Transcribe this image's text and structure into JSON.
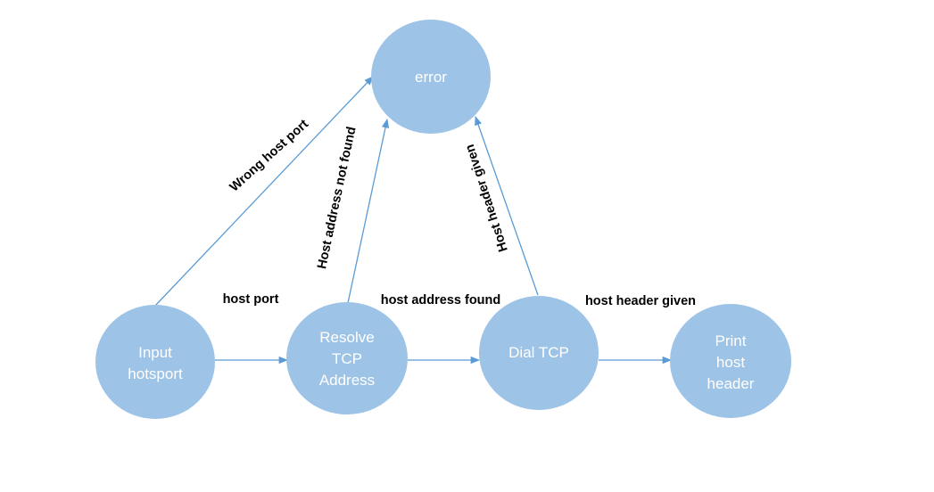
{
  "nodes": {
    "error": {
      "lines": [
        "error"
      ]
    },
    "input": {
      "lines": [
        "Input",
        "hotsport"
      ]
    },
    "resolve": {
      "lines": [
        "Resolve",
        "TCP",
        "Address"
      ]
    },
    "dial": {
      "lines": [
        "Dial TCP"
      ]
    },
    "print": {
      "lines": [
        "Print",
        "host",
        "header"
      ]
    }
  },
  "edges": {
    "input_error": "Wrong host port",
    "resolve_error": "Host address not found",
    "dial_error": "Host header given",
    "input_resolve": "host port",
    "resolve_dial": "host address found",
    "dial_print": "host header given"
  },
  "colors": {
    "node_fill": "#9dc3e6",
    "edge": "#5b9bd5",
    "node_text": "#ffffff",
    "label_text": "#000000"
  }
}
